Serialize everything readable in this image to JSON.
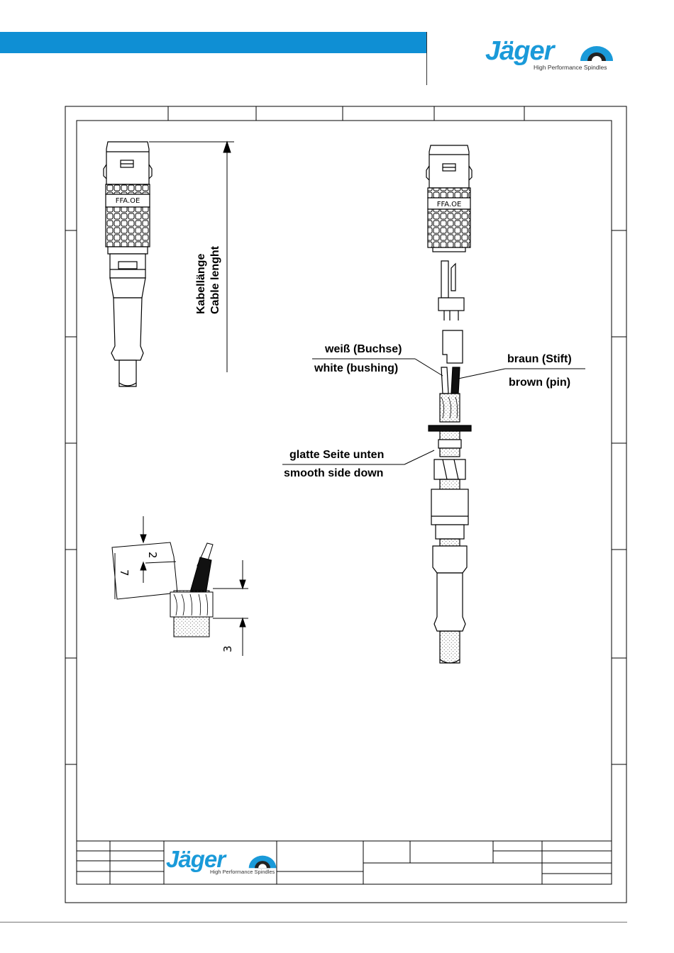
{
  "header": {
    "brand_name": "Jäger",
    "brand_tagline": "High Performance Spindles",
    "accent_color": "#0f8fd4",
    "logo_icon": "half-dome-logo-icon"
  },
  "drawing": {
    "connector_marking_left": "FFA.OE",
    "connector_marking_right": "FFA.OE",
    "cable_length_de": "Kabellänge",
    "cable_length_en": "Cable lenght",
    "white_label_de": "weiß (Buchse)",
    "white_label_en": "white (bushing)",
    "brown_label_de": "braun (Stift)",
    "brown_label_en": "brown (pin)",
    "smooth_side_de": "glatte Seite unten",
    "smooth_side_en": "smooth side down",
    "dim_2": "2",
    "dim_7": "7",
    "dim_3": "3"
  },
  "title_block": {
    "brand_name": "Jäger",
    "brand_tagline": "High Performance Spindles"
  }
}
